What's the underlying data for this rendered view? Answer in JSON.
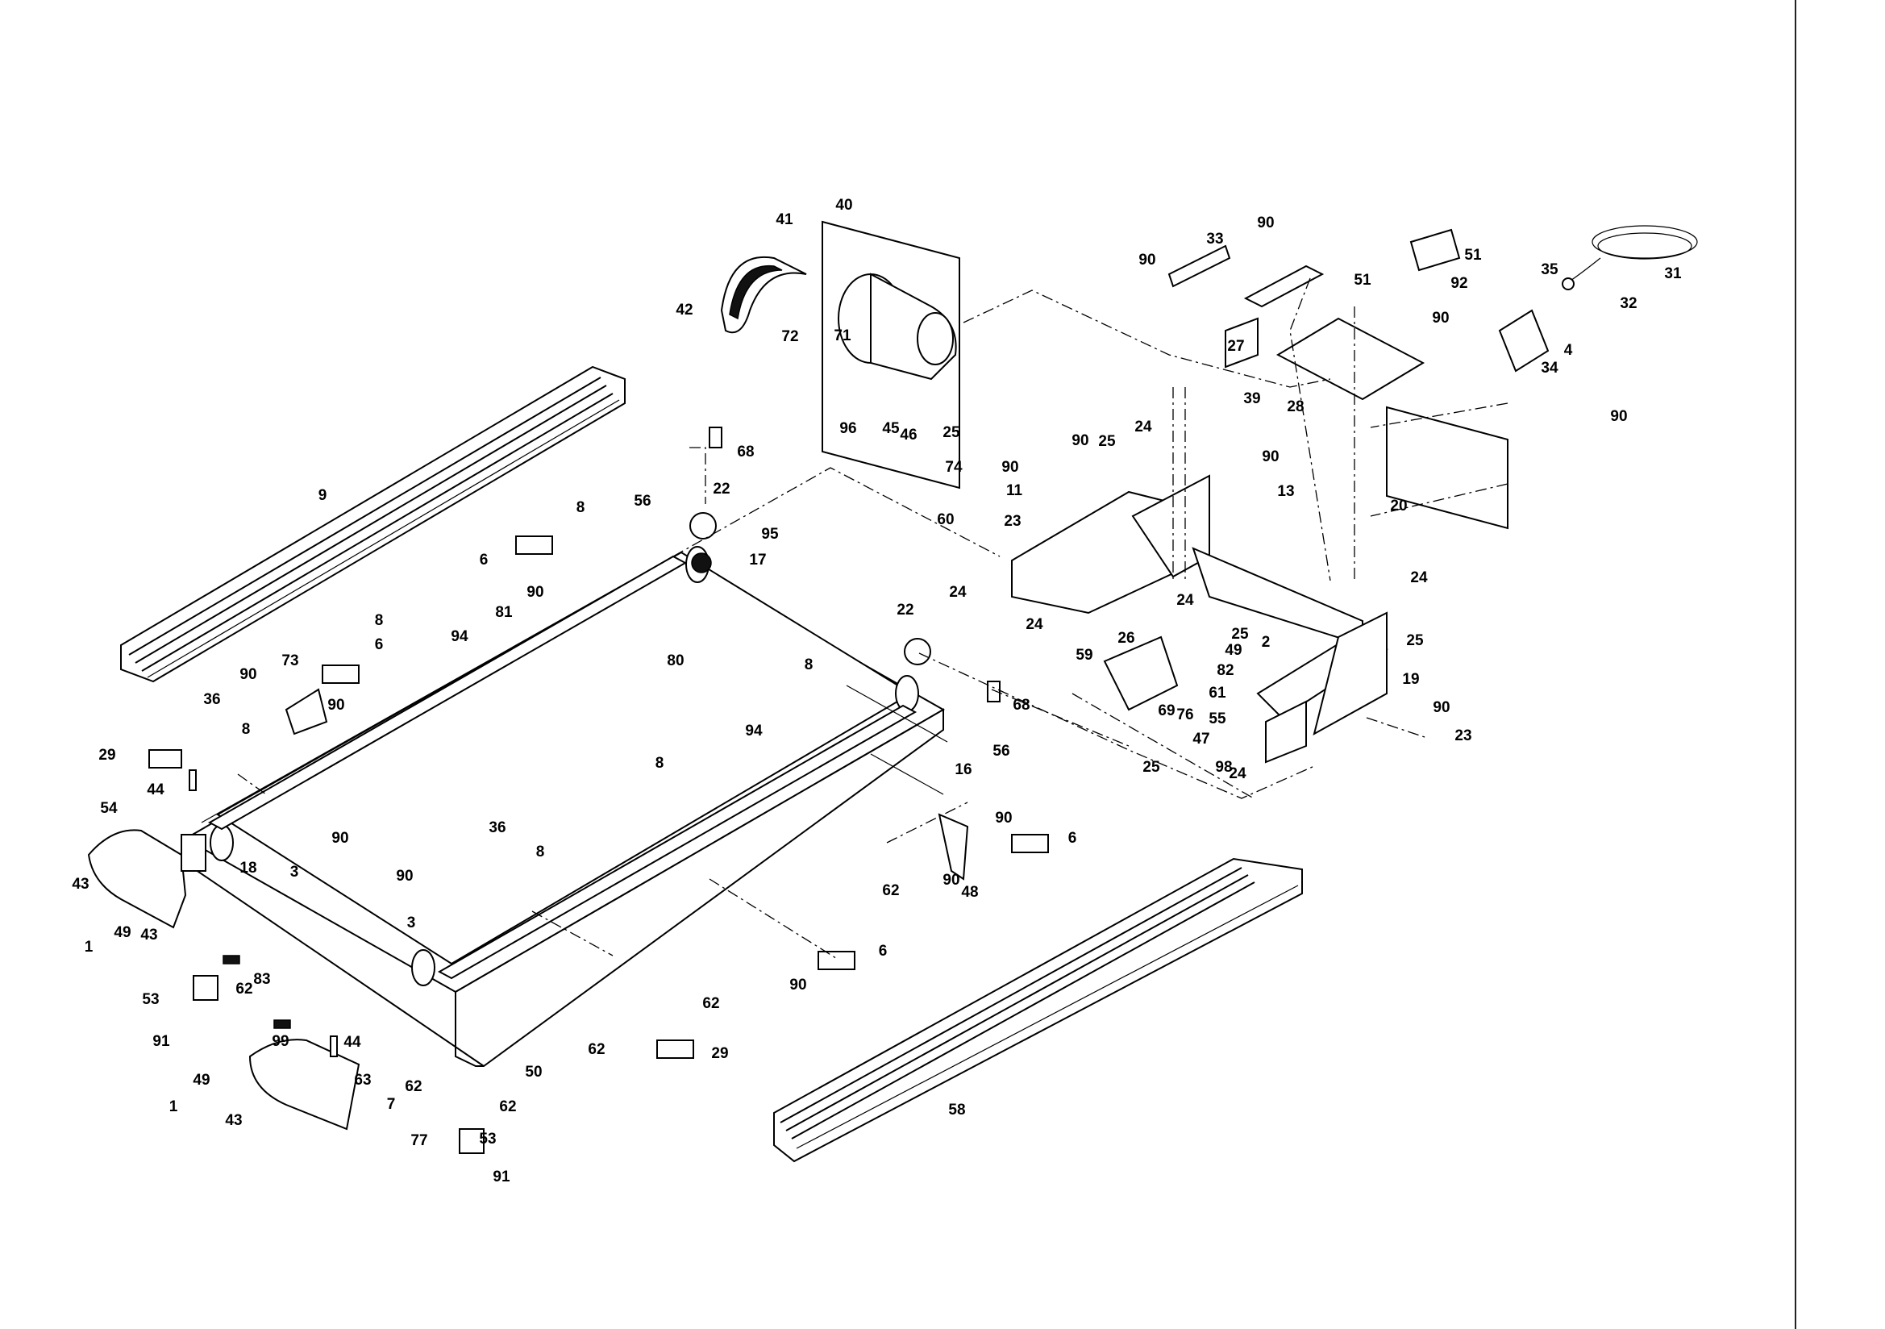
{
  "diagram": {
    "part_numbers": [
      "1",
      "2",
      "3",
      "4",
      "6",
      "7",
      "8",
      "9",
      "11",
      "13",
      "16",
      "17",
      "18",
      "19",
      "20",
      "22",
      "23",
      "24",
      "25",
      "26",
      "27",
      "28",
      "29",
      "31",
      "32",
      "33",
      "34",
      "35",
      "36",
      "39",
      "40",
      "41",
      "42",
      "43",
      "44",
      "45",
      "46",
      "47",
      "48",
      "49",
      "50",
      "51",
      "53",
      "54",
      "55",
      "56",
      "58",
      "59",
      "60",
      "61",
      "62",
      "63",
      "68",
      "69",
      "71",
      "72",
      "73",
      "74",
      "76",
      "77",
      "80",
      "81",
      "82",
      "83",
      "90",
      "91",
      "92",
      "94",
      "95",
      "96",
      "98",
      "99"
    ]
  }
}
